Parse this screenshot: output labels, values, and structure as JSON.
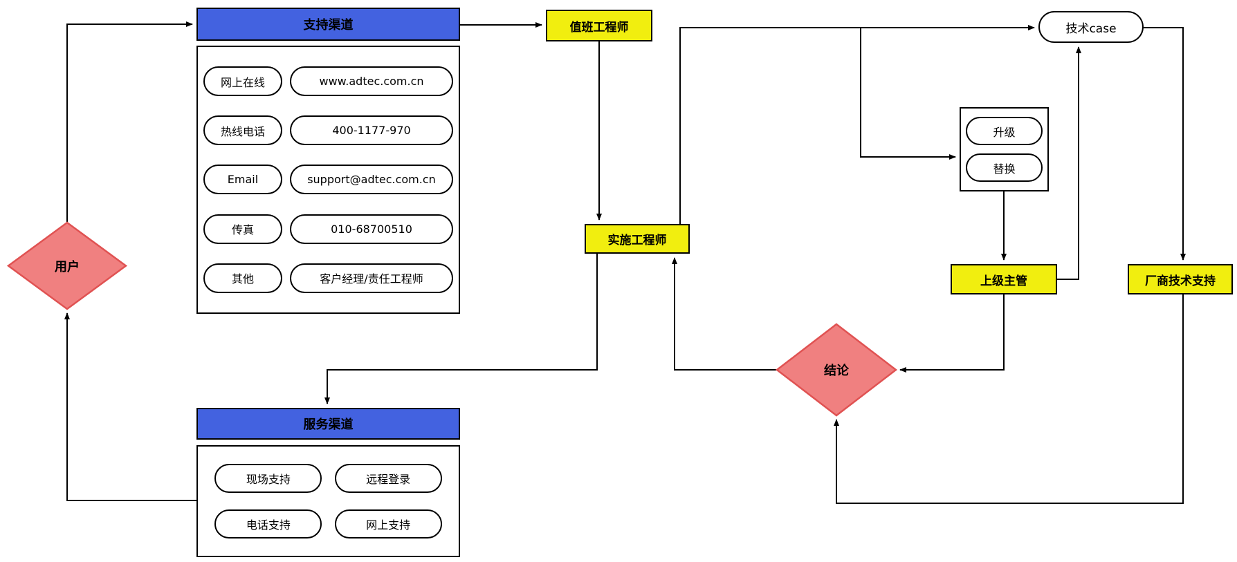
{
  "diagram": {
    "nodes": {
      "user": {
        "label": "用户"
      },
      "support_header": {
        "label": "支持渠道"
      },
      "support_rows": [
        {
          "label": "网上在线",
          "value": "www.adtec.com.cn"
        },
        {
          "label": "热线电话",
          "value": "400-1177-970"
        },
        {
          "label": "Email",
          "value": "support@adtec.com.cn"
        },
        {
          "label": "传真",
          "value": "010-68700510"
        },
        {
          "label": "其他",
          "value": "客户经理/责任工程师"
        }
      ],
      "duty_engineer": {
        "label": "值班工程师"
      },
      "tech_case": {
        "label": "技术case"
      },
      "escalation_options": [
        {
          "label": "升级"
        },
        {
          "label": "替换"
        }
      ],
      "impl_engineer": {
        "label": "实施工程师"
      },
      "supervisor": {
        "label": "上级主管"
      },
      "vendor_support": {
        "label": "厂商技术支持"
      },
      "conclusion": {
        "label": "结论"
      },
      "service_header": {
        "label": "服务渠道"
      },
      "service_options": [
        {
          "label": "现场支持"
        },
        {
          "label": "远程登录"
        },
        {
          "label": "电话支持"
        },
        {
          "label": "网上支持"
        }
      ]
    },
    "colors": {
      "blue": "#4362e0",
      "yellow": "#f1ee0f",
      "red_fill": "#f08080",
      "red_stroke": "#e05252",
      "line": "#000000"
    }
  }
}
